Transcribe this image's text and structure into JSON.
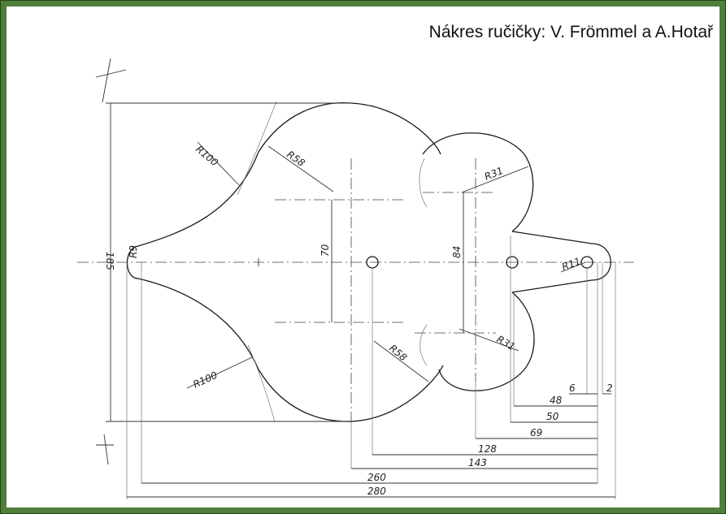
{
  "title": "Nákres ručičky: V. Frömmel a A.Hotař",
  "colors": {
    "frame": "#4f7f3a",
    "paper": "#ffffff",
    "ink": "#1a1a1a"
  },
  "labels": {
    "r100_top": "R100",
    "r58_top": "R58",
    "r31_top": "R31",
    "r9": "R9",
    "r11": "R11",
    "r100_bottom": "R100",
    "r58_bottom": "R58",
    "r31_bottom": "R31",
    "d185": "185",
    "d70": "70",
    "d84": "84",
    "d6": "6",
    "d2": "2",
    "d48": "48",
    "d50": "50",
    "d69": "69",
    "d128": "128",
    "d143": "143",
    "d260": "260",
    "d280": "280"
  }
}
